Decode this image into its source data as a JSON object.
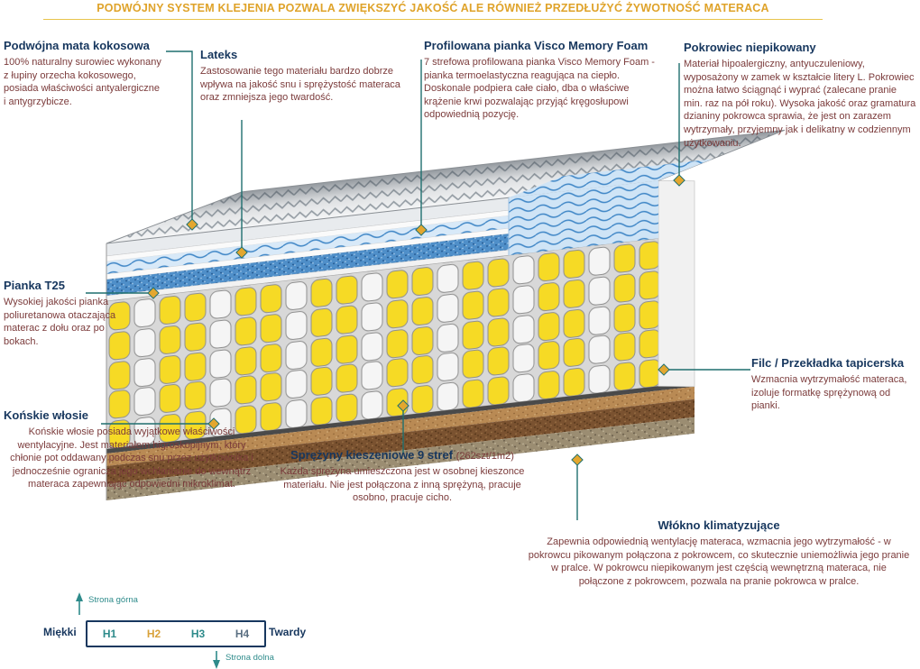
{
  "headline": "PODWÓJNY SYSTEM KLEJENIA POZWALA ZWIĘKSZYĆ JAKOŚĆ ALE RÓWNIEŻ PRZEDŁUŻYĆ ŻYWOTNOŚĆ MATERACA",
  "callouts": {
    "coconut": {
      "title": "Podwójna mata kokosowa",
      "body": "100% naturalny surowiec wykonany z łupiny orzecha kokosowego, posiada właściwości antyalergiczne i antygrzybicze."
    },
    "latex": {
      "title": "Lateks",
      "body": "Zastosowanie tego materiału bardzo dobrze wpływa na jakość snu i sprężystość materaca oraz zmniejsza jego twardość."
    },
    "visco": {
      "title": "Profilowana pianka Visco Memory Foam",
      "body": "7 strefowa profilowana pianka Visco Memory Foam - pianka termoelastyczna reagująca na ciepło. Doskonale podpiera całe ciało, dba o właściwe krążenie krwi pozwalając przyjąć kręgosłupowi odpowiednią pozycję."
    },
    "cover": {
      "title": "Pokrowiec niepikowany",
      "body": "Materiał hipoalergiczny, antyuczuleniowy, wyposażony w zamek w kształcie litery L. Pokrowiec można łatwo ściągnąć i wyprać (zalecane pranie min. raz na pół roku). Wysoka jakość oraz gramatura dzianiny pokrowca sprawia, że jest on zarazem wytrzymały, przyjemny jak i delikatny w codziennym użytkowaniu."
    },
    "foam_t25": {
      "title": "Pianka T25",
      "body": "Wysokiej jakości pianka poliuretanowa otaczająca materac z dołu oraz po bokach."
    },
    "horsehair": {
      "title": "Końskie włosie",
      "body": "Końskie włosie posiada wyjątkowe właściwości wentylacyjne. Jest materiałem higroskopijnym, który chłonie pot oddawany podczas snu przez użytkownika i jednocześnie ogranicza jego wchłanianie do wewnątrz materaca zapewniając odpowiedni mikroklimat."
    },
    "springs": {
      "title": "Sprężyny kieszeniowe 9 stref",
      "suffix": "(262szt/1m2)",
      "body": "Każda sprężyna umieszczona jest w osobnej kieszonce materiału. Nie jest połączona z inną sprężyną, pracuje osobno, pracuje cicho."
    },
    "felt": {
      "title": "Filc / Przekładka tapicerska",
      "body": "Wzmacnia wytrzymałość materaca, izoluje formatkę sprężynową od pianki."
    },
    "fiber": {
      "title": "Włókno klimatyzujące",
      "body": "Zapewnia odpowiednią wentylację materaca, wzmacnia jego wytrzymałość - w pokrowcu pikowanym połączona z pokrowcem, co skutecznie uniemożliwia jego pranie w pralce. W pokrowcu niepikowanym jest częścią wewnętrzną materaca, nie połączone z pokrowcem, pozwala na pranie pokrowca w pralce."
    }
  },
  "scale": {
    "soft": "Miękki",
    "hard": "Twardy",
    "levels": [
      "H1",
      "H2",
      "H3",
      "H4"
    ],
    "top_label": "Strona górna",
    "bottom_label": "Strona dolna"
  },
  "colors": {
    "heading": "#17375E",
    "body_text": "#7B3B3B",
    "headline": "#DFA32A",
    "callout_line": "#1F6F6F",
    "diamond_marker": "#E3A72F",
    "spring_yellow": "#F6DA25",
    "latex_blue": "#3F86C6",
    "base_brown": "#7A5230"
  }
}
